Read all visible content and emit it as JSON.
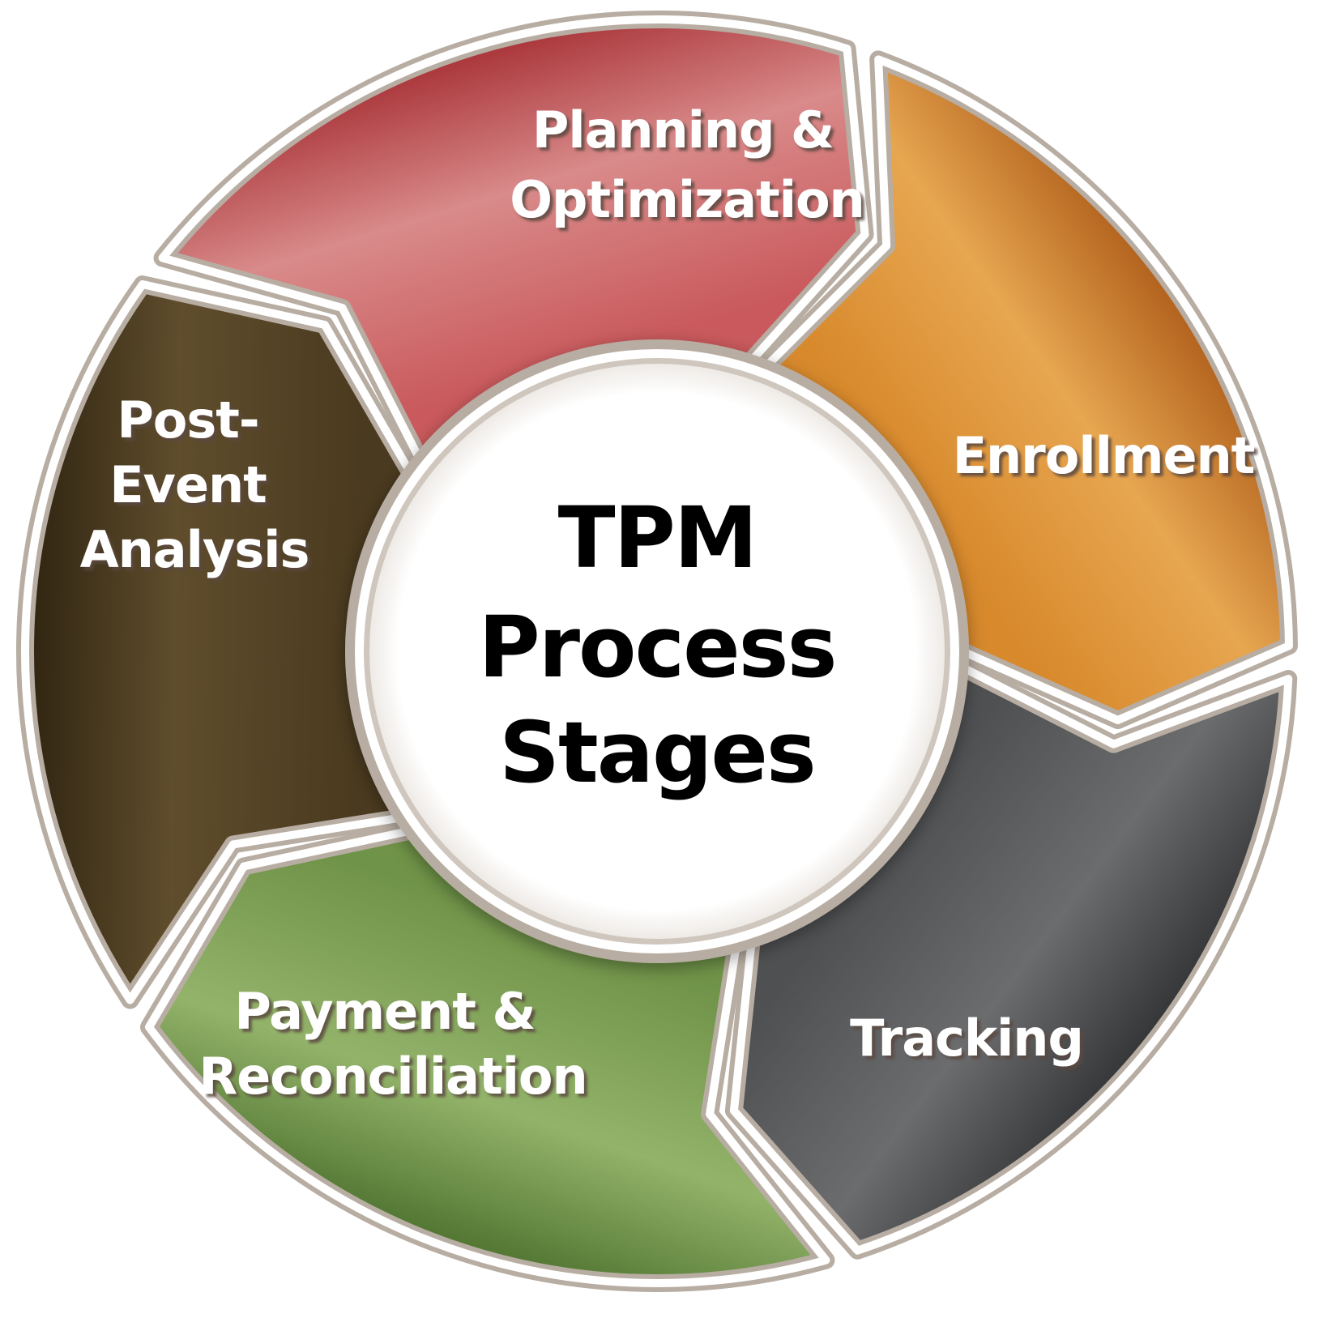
{
  "diagram": {
    "center": {
      "lines": [
        "TPM",
        "Process",
        "Stages"
      ]
    },
    "stages": [
      {
        "name": "Planning & Optimization",
        "lines": [
          "Planning &",
          "Optimization"
        ],
        "color": "#D8892C",
        "color_light": "#E7A650",
        "color_dark": "#B0601C"
      },
      {
        "name": "Enrollment",
        "lines": [
          "Enrollment"
        ],
        "color": "#4F5052",
        "color_light": "#6B6C6E",
        "color_dark": "#333436"
      },
      {
        "name": "Tracking",
        "lines": [
          "Tracking"
        ],
        "color": "#6F9348",
        "color_light": "#93B36A",
        "color_dark": "#4F7430"
      },
      {
        "name": "Payment & Reconciliation",
        "lines": [
          "Payment &",
          "Reconciliation"
        ],
        "color": "#4A3A1F",
        "color_light": "#5F4D2C",
        "color_dark": "#2F2411"
      },
      {
        "name": "Post-Event Analysis",
        "lines": [
          "Post-",
          "Event",
          "Analysis"
        ],
        "color": "#C9595C",
        "color_light": "#D98A8A",
        "color_dark": "#A83338"
      }
    ],
    "border_color": "#B8ADA2"
  }
}
